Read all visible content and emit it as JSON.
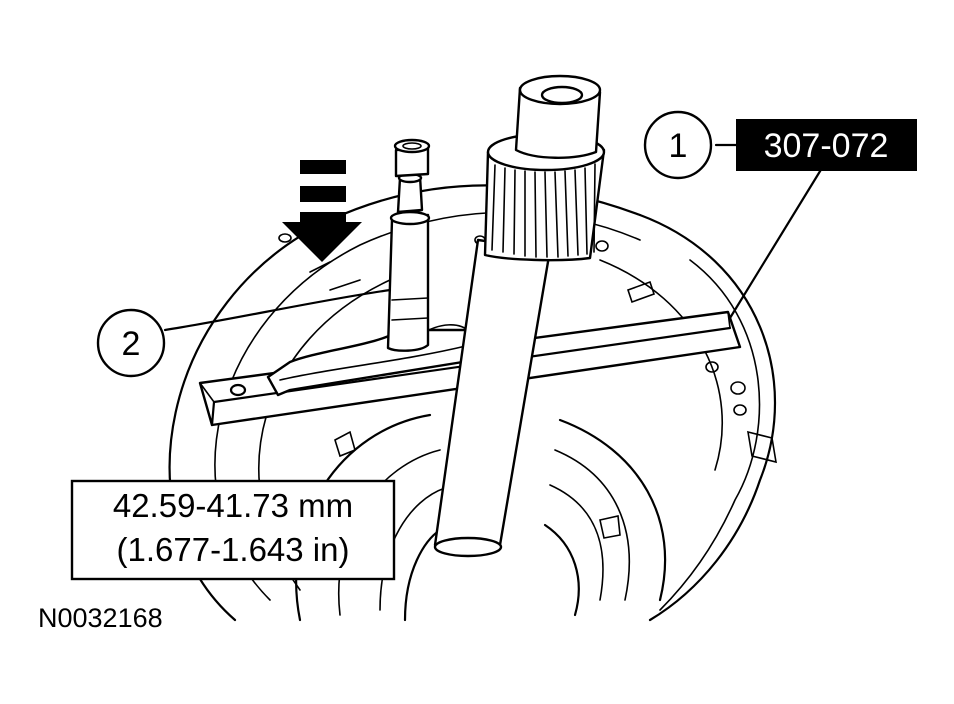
{
  "callouts": [
    {
      "number": "1"
    },
    {
      "number": "2"
    }
  ],
  "tool_number": "307-072",
  "measurement": {
    "metric": "42.59-41.73 mm",
    "imperial": "(1.677-1.643 in)"
  },
  "figure_id": "N0032168"
}
